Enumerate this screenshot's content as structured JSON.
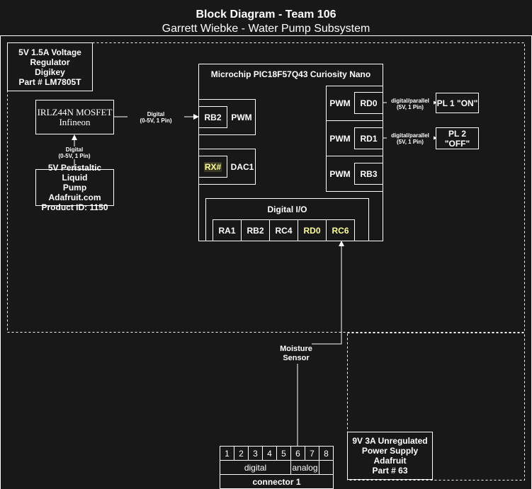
{
  "title": "Block Diagram - Team 106",
  "subtitle": "Garrett Wiebke - Water Pump Subsystem",
  "regulator": {
    "l1": "5V 1.5A Voltage",
    "l2": "Regulator",
    "l3": "Digikey",
    "l4": "Part # LM7805T"
  },
  "mosfet": {
    "l1": "IRLZ44N MOSFET",
    "l2": "Infineon"
  },
  "pump": {
    "l1": "5V Peristaltic Liquid",
    "l2": "Pump Adafruit.com",
    "l3": "Product ID: 1150"
  },
  "mcu": {
    "title": "Microchip PIC18F57Q43 Curiosity Nano",
    "rb2": "RB2",
    "pwm_left": "PWM",
    "rx": "RX#",
    "dac": "DAC1",
    "pwm1": "PWM",
    "rd0": "RD0",
    "pwm2": "PWM",
    "rd1": "RD1",
    "pwm3": "PWM",
    "rb3": "RB3",
    "dio_title": "Digital I/O",
    "dio_pins": [
      "RA1",
      "RB2",
      "RC4",
      "RD0",
      "RC6"
    ]
  },
  "pl1": "PL 1 \"ON\"",
  "pl2": {
    "l1": "PL 2",
    "l2": "\"OFF\""
  },
  "labels": {
    "mosfet_rb2": {
      "l1": "Digital",
      "l2": "(0-5V, 1 Pin)"
    },
    "pump_mosfet": {
      "l1": "Digital",
      "l2": "(0-5V, 1 Pin)"
    },
    "rd0_pl1": {
      "l1": "digital/parallel",
      "l2": "(5V, 1 Pin)"
    },
    "rd1_pl2": {
      "l1": "digital/parallel",
      "l2": "(5V, 1 Pin)"
    }
  },
  "moisture": {
    "l1": "Moisture",
    "l2": "Sensor"
  },
  "power": {
    "l1": "9V 3A Unregulated",
    "l2": "Power Supply",
    "l3": "Adafruit",
    "l4": "Part # 63"
  },
  "connector": {
    "pins": [
      "1",
      "2",
      "3",
      "4",
      "5",
      "6",
      "7",
      "8"
    ],
    "digital": "digital",
    "analog": "analog",
    "label": "connector 1"
  }
}
